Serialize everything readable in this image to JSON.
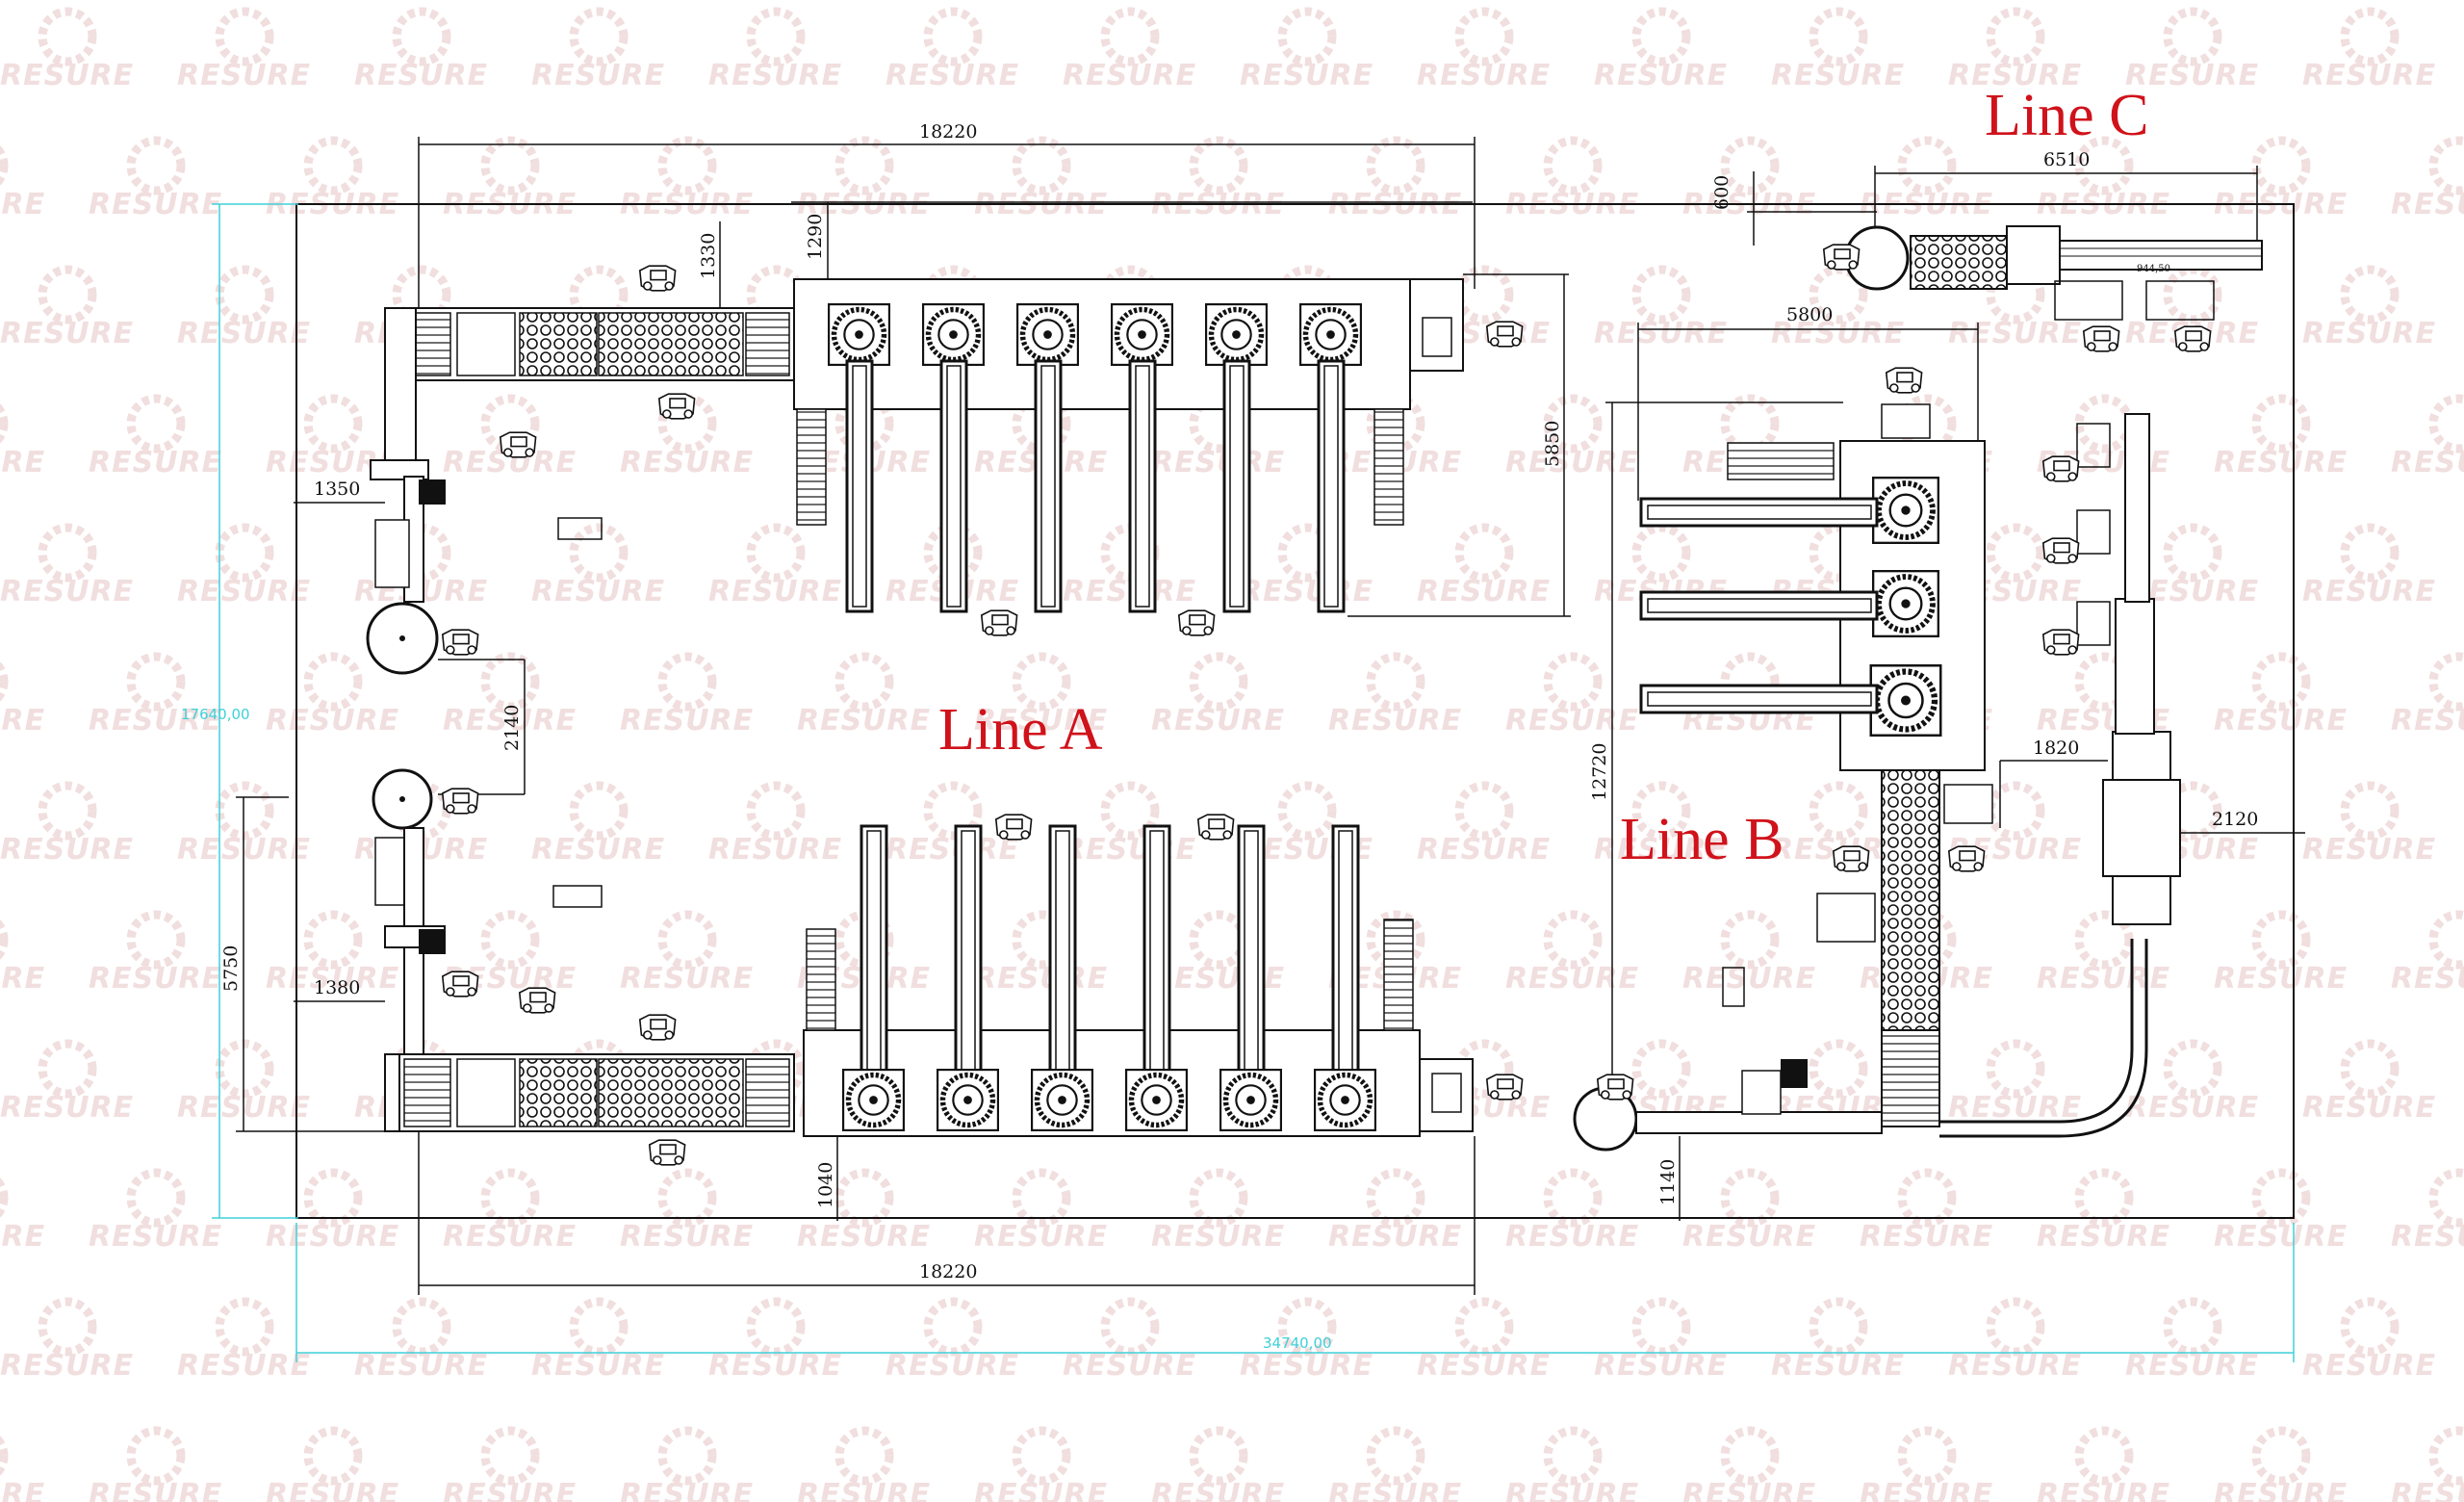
{
  "watermark": {
    "text": "RESURE",
    "color": "#f1dede"
  },
  "labels": {
    "line_a": "Line A",
    "line_b": "Line B",
    "line_c": "Line C",
    "color": "#d0121b"
  },
  "dimensions": {
    "total_width": "34740,00",
    "total_height": "17640,00",
    "a_top_length": "18220",
    "a_bottom_length": "18220",
    "a_1290": "1290",
    "a_1330": "1330",
    "a_1350": "1350",
    "a_1380": "1380",
    "a_2140": "2140",
    "a_5750": "5750",
    "a_5850": "5850",
    "a_1040": "1040",
    "b_5800": "5800",
    "b_12720": "12720",
    "b_1820": "1820",
    "b_2120": "2120",
    "b_1140": "1140",
    "c_6510": "6510",
    "c_600": "600",
    "c_944": "944,50"
  },
  "colors": {
    "outline": "#111111",
    "cyan": "#3fd0d8"
  }
}
